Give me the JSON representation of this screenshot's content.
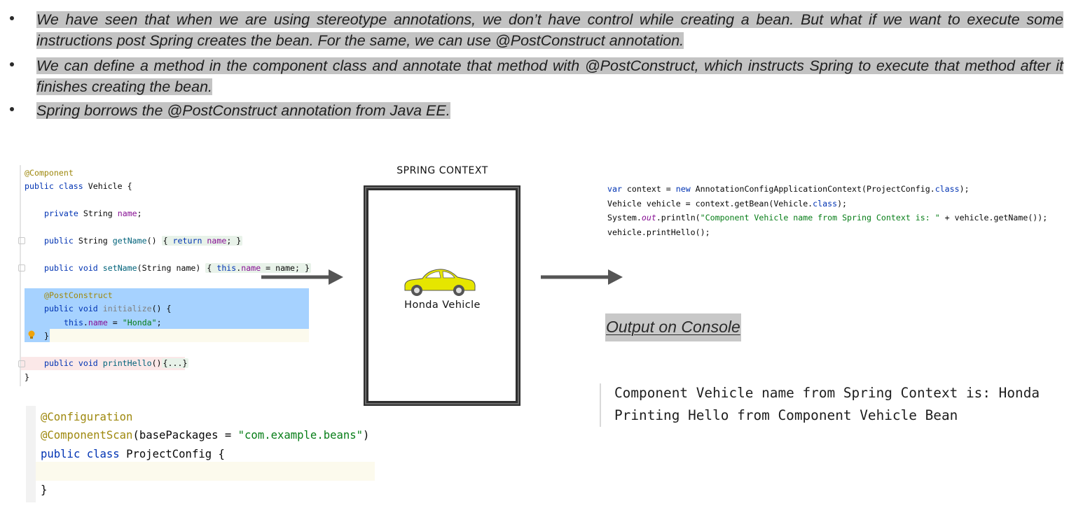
{
  "bullets": [
    "We have seen that when we are using stereotype annotations, we don’t have control while creating a bean. But what if we want to execute some instructions post Spring creates the bean. For the same, we can use @PostConstruct annotation.",
    "We can define a method in the component class and annotate that method with @PostConstruct, which instructs Spring to execute that method after it finishes creating the bean.",
    "Spring borrows the @PostConstruct annotation from Java EE."
  ],
  "vehicle_class": {
    "annotation": "@Component",
    "decl_kw": "public class",
    "decl_name": "Vehicle {",
    "field_kw": "private",
    "field_type": "String",
    "field_name": "name",
    "getter_kw": "public",
    "getter_type": "String",
    "getter_name": "getName",
    "getter_body_kw": "return",
    "setter_kw": "public void",
    "setter_name": "setName",
    "setter_param": "(String name)",
    "setter_this": "this",
    "setter_rest": " = name;",
    "postconstruct": "@PostConstruct",
    "init_kw": "public void",
    "init_name": "initialize",
    "init_this": "this",
    "init_field": "name",
    "init_value": "\"Honda\"",
    "print_kw": "public void",
    "print_name": "printHello",
    "print_body": "{...}",
    "close": "}"
  },
  "config_class": {
    "annotation1": "@Configuration",
    "annotation2": "@ComponentScan",
    "scan_arg_open": "(basePackages = ",
    "scan_value": "\"com.example.beans\"",
    "scan_close": ")",
    "decl_kw": "public class",
    "decl_name": "ProjectConfig {",
    "close": "}"
  },
  "main_code": {
    "line1_kw": "var",
    "line1_a": " context = ",
    "line1_new": "new",
    "line1_b": " AnnotationConfigApplicationContext(ProjectConfig.",
    "line1_cls": "class",
    "line1_c": ");",
    "line2_a": "Vehicle vehicle = context.getBean(Vehicle.",
    "line2_cls": "class",
    "line2_b": ");",
    "line3_a": "System.",
    "line3_out": "out",
    "line3_b": ".println(",
    "line3_str": "\"Component Vehicle name from Spring Context is: \"",
    "line3_c": " + vehicle.getName());",
    "line4": "vehicle.printHello();"
  },
  "spring_context": {
    "title": "SPRING CONTEXT",
    "bean_label": "Honda Vehicle"
  },
  "output": {
    "title": "Output on Console",
    "lines": [
      "Component Vehicle name from Spring Context is: Honda",
      "Printing Hello from Component Vehicle Bean"
    ]
  },
  "colors": {
    "highlight": "#c3c3c3",
    "selection": "#a6d2ff",
    "car_body": "#e6e600"
  },
  "icons": [
    "lightbulb-icon",
    "arrow-right-icon",
    "car-icon",
    "fold-marker-icon"
  ]
}
